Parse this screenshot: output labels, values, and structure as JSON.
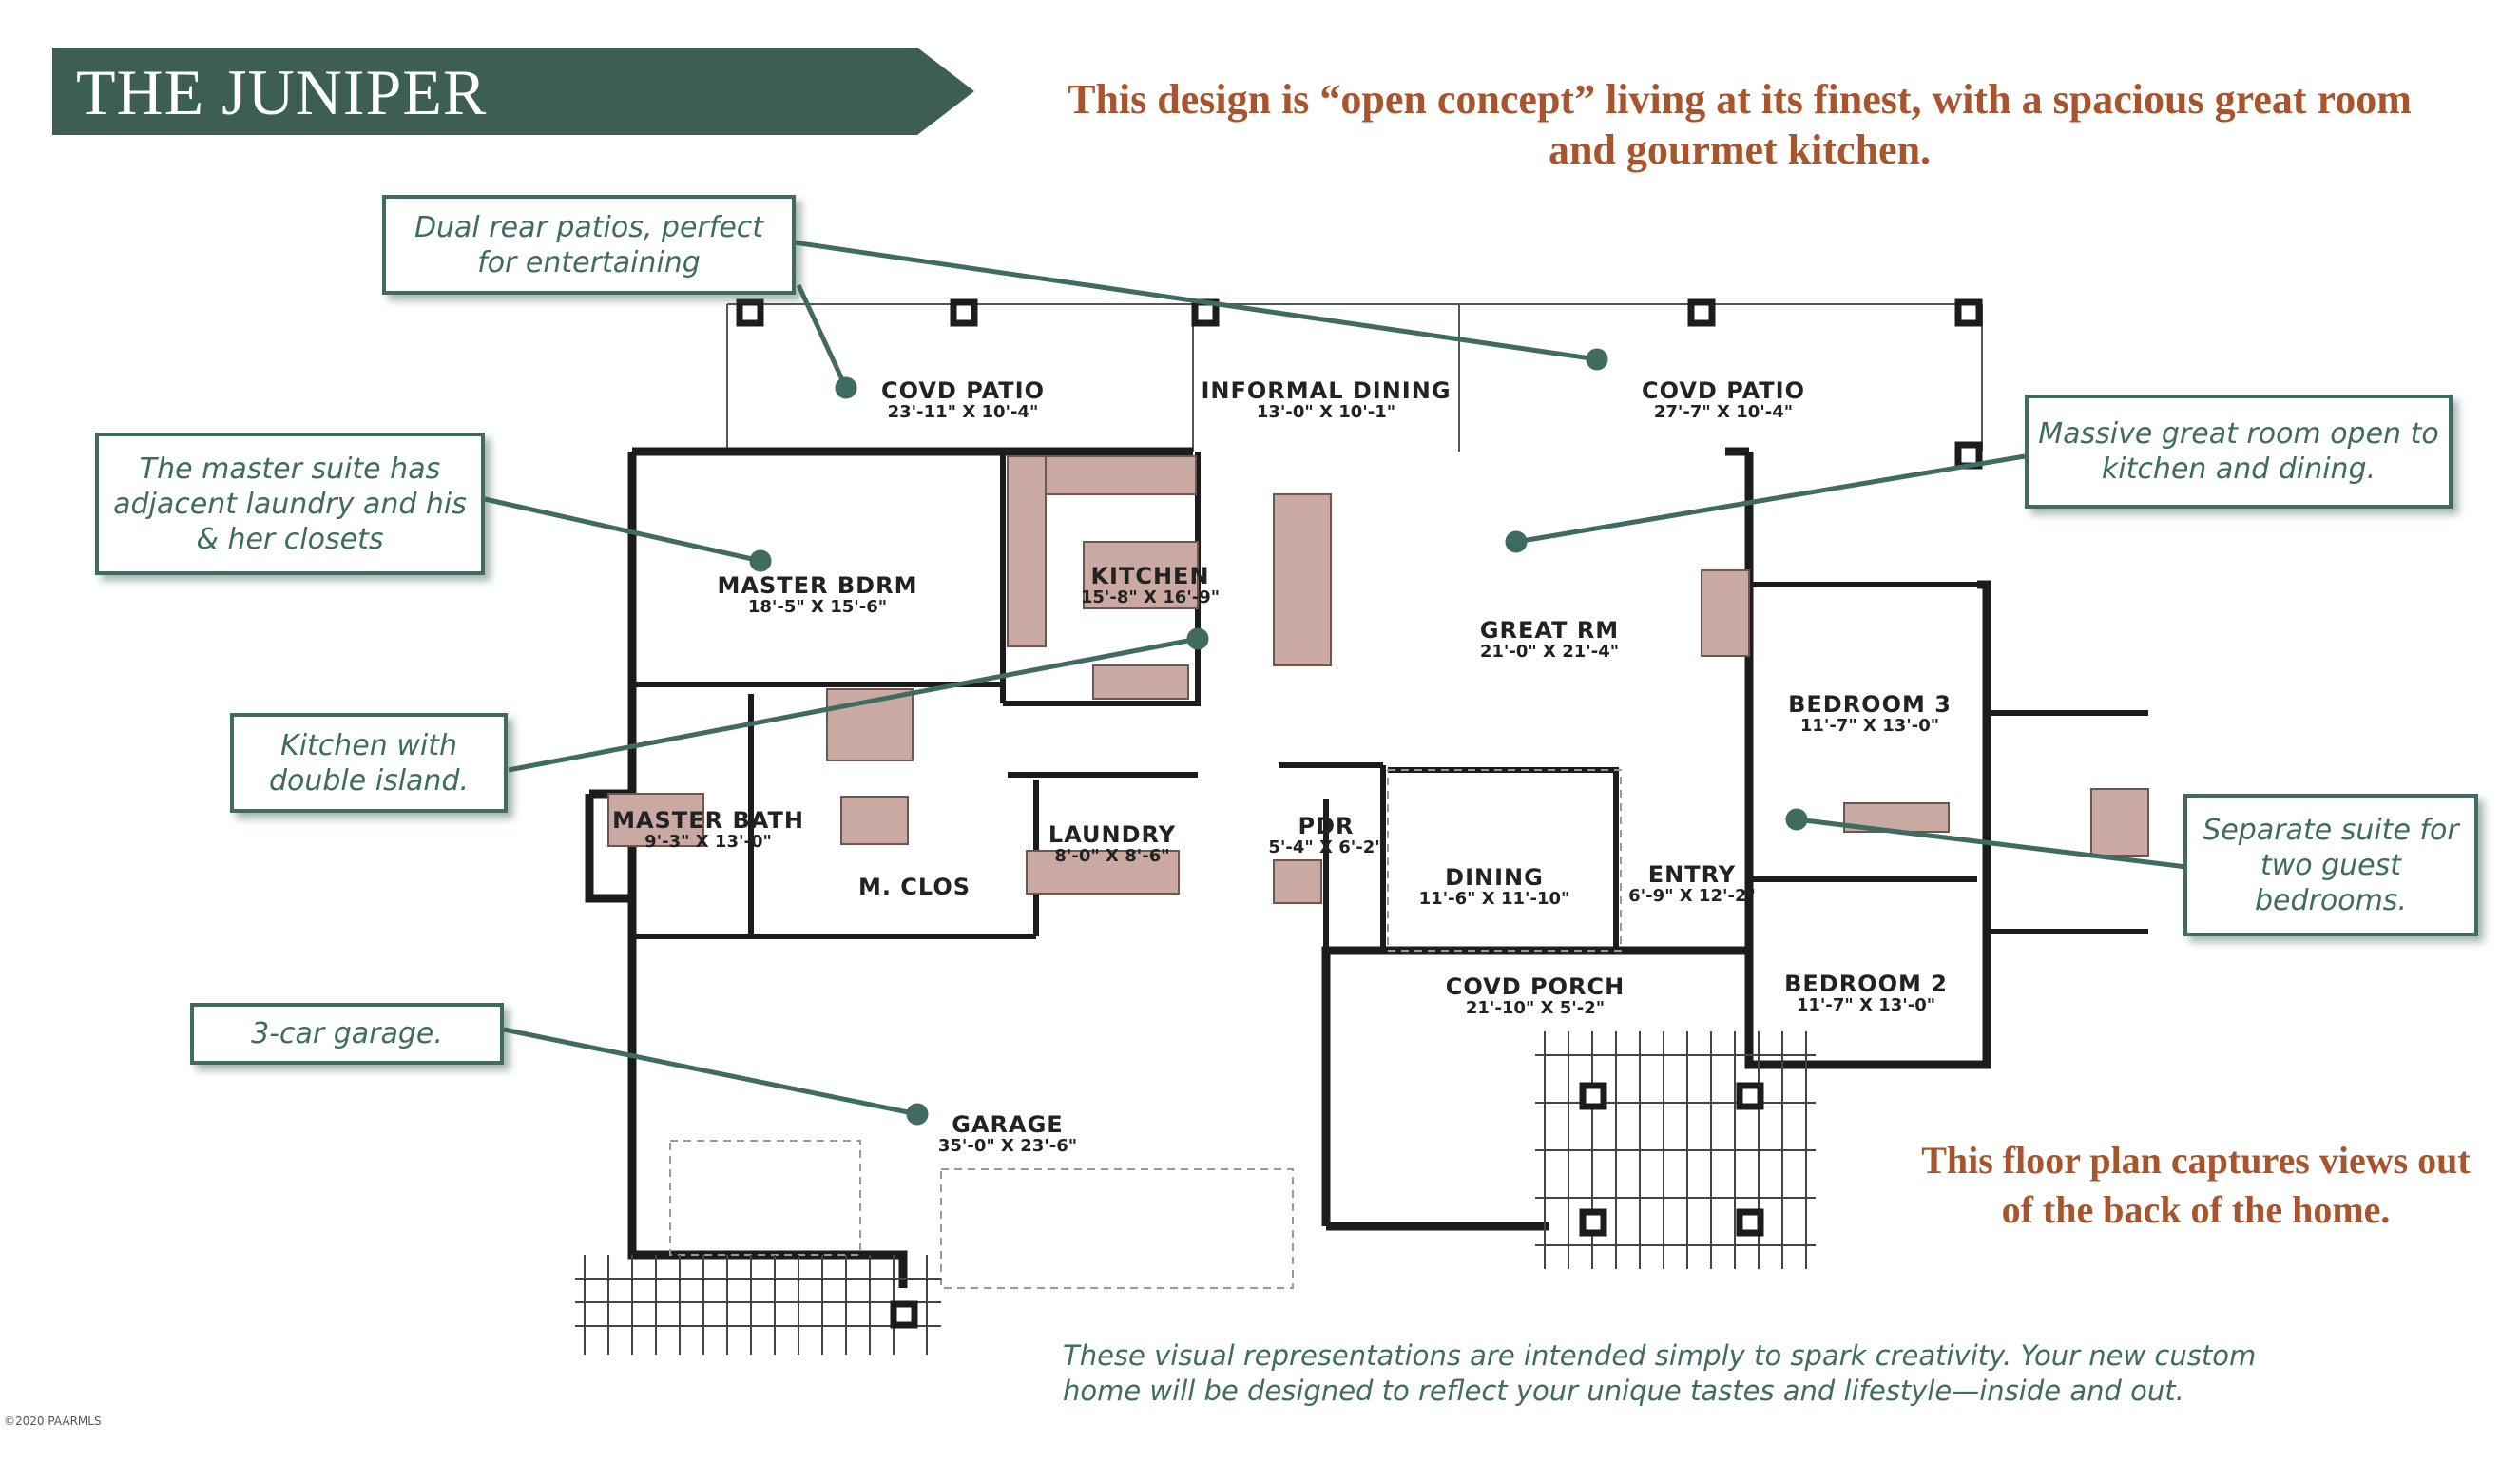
{
  "header": {
    "title": "THE JUNIPER",
    "headline": "This design is “open concept” living at its finest, with a spacious great room and gourmet kitchen."
  },
  "callouts": [
    {
      "id": "patios",
      "text": "Dual rear patios, perfect for entertaining"
    },
    {
      "id": "master",
      "text": "The master suite has adjacent laundry and his & her closets"
    },
    {
      "id": "kitchen",
      "text": "Kitchen with double island."
    },
    {
      "id": "garage",
      "text": "3-car garage."
    },
    {
      "id": "greatroom",
      "text": "Massive great room open to kitchen and dining."
    },
    {
      "id": "suite",
      "text": "Separate suite for two guest bedrooms."
    }
  ],
  "rooms": [
    {
      "name": "COVD PATIO",
      "dims": "23'-11\" X 10'-4\""
    },
    {
      "name": "INFORMAL DINING",
      "dims": "13'-0\" X 10'-1\""
    },
    {
      "name": "COVD PATIO",
      "dims": "27'-7\" X 10'-4\""
    },
    {
      "name": "MASTER BDRM",
      "dims": "18'-5\" X 15'-6\""
    },
    {
      "name": "KITCHEN",
      "dims": "15'-8\" X 16'-9\""
    },
    {
      "name": "GREAT RM",
      "dims": "21'-0\" X 21'-4\""
    },
    {
      "name": "BEDROOM 3",
      "dims": "11'-7\" X 13'-0\""
    },
    {
      "name": "MASTER BATH",
      "dims": "9'-3\" X 13'-0\""
    },
    {
      "name": "LAUNDRY",
      "dims": "8'-0\" X 8'-6\""
    },
    {
      "name": "PDR",
      "dims": "5'-4\" X 6'-2\""
    },
    {
      "name": "DINING",
      "dims": "11'-6\" X 11'-10\""
    },
    {
      "name": "ENTRY",
      "dims": "6'-9\" X 12'-2\""
    },
    {
      "name": "M. CLOS",
      "dims": ""
    },
    {
      "name": "COVD PORCH",
      "dims": "21'-10\" X 5'-2\""
    },
    {
      "name": "BEDROOM 2",
      "dims": "11'-7\" X 13'-0\""
    },
    {
      "name": "GARAGE",
      "dims": "35'-0\" X 23'-6\""
    }
  ],
  "footer": {
    "tagline": "This floor plan captures views out of the back of the home.",
    "disclaimer": "These visual representations are intended simply to spark creativity. Your new custom home will be designed to reflect your unique tastes and lifestyle—inside and out.",
    "copyright": "©2020 PAARMLS"
  },
  "colors": {
    "banner": "#3d5e55",
    "callout": "#3f6b61",
    "accent_text": "#a8542c",
    "wall": "#1c1c1c",
    "fixture": "#c9a9a1"
  }
}
